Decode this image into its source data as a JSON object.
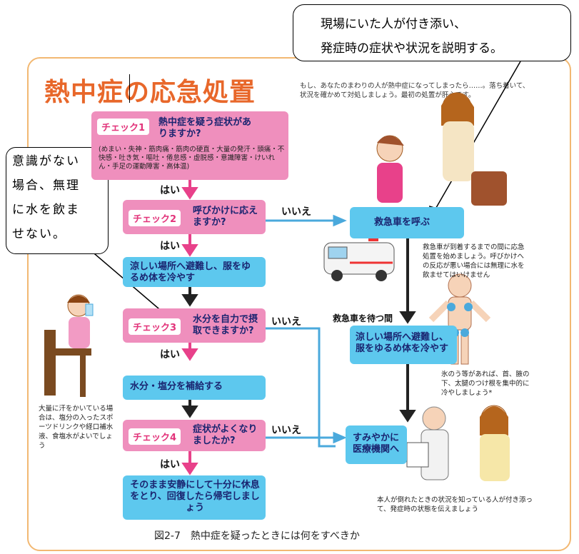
{
  "title": "熱中症の応急処置",
  "intro": "もし、あなたのまわりの人が熱中症になってしまったら……。落ち着いて、状況を確かめて対処しましょう。最初の処置が肝心です。",
  "callout_top": {
    "line1": "現場にいた人が付き添い、",
    "line2": "発症時の症状や状況を説明する。"
  },
  "callout_left": {
    "line1": "意識がない",
    "line2": "場合、無理",
    "line3": "に水を飲ま",
    "line4": "せない。"
  },
  "check1": {
    "label": "チェック1",
    "text": "熱中症を疑う症状がありますか?",
    "detail": "(めまい・失神・筋肉痛・筋肉の硬直・大量の発汗・頭痛・不快感・吐き気・嘔吐・倦怠感・虚脱感・意識障害・けいれん・手足の運動障害・高体温)"
  },
  "check2": {
    "label": "チェック2",
    "text": "呼びかけに応えますか?"
  },
  "step_cool": "涼しい場所へ避難し、服をゆるめ体を冷やす",
  "check3": {
    "label": "チェック3",
    "text": "水分を自力で摂取できますか?"
  },
  "step_water": "水分・塩分を補給する",
  "check4": {
    "label": "チェック4",
    "text": "症状がよくなりましたか?"
  },
  "step_rest": "そのまま安静にして十分に休息をとり、回復したら帰宅しましょう",
  "yes": "はい",
  "no": "いいえ",
  "ambulance": "救急車を呼ぶ",
  "ambulance_note": "救急車が到着するまでの間に応急処置を始めましょう。呼びかけへの反応が悪い場合には無理に水を飲ませてはいけません",
  "waiting_label": "救急車を待つ間",
  "right_cool": "涼しい場所へ避難し、服をゆるめ体を冷やす",
  "ice_note": "氷のう等があれば、首、腋の下、太腿のつけ根を集中的に冷やしましょう*",
  "hospital": "すみやかに医療機関へ",
  "hospital_note": "本人が倒れたときの状況を知っている人が付き添って、発症時の状態を伝えましょう",
  "sweat_note": "大量に汗をかいている場合は、塩分の入ったスポーツドリンクや経口補水液、食塩水がよいでしょう",
  "caption": "図2-7　熱中症を疑ったときには何をすべきか",
  "colors": {
    "pink": "#ef8fbd",
    "blue": "#5dc8ee",
    "orange": "#e8672a"
  }
}
